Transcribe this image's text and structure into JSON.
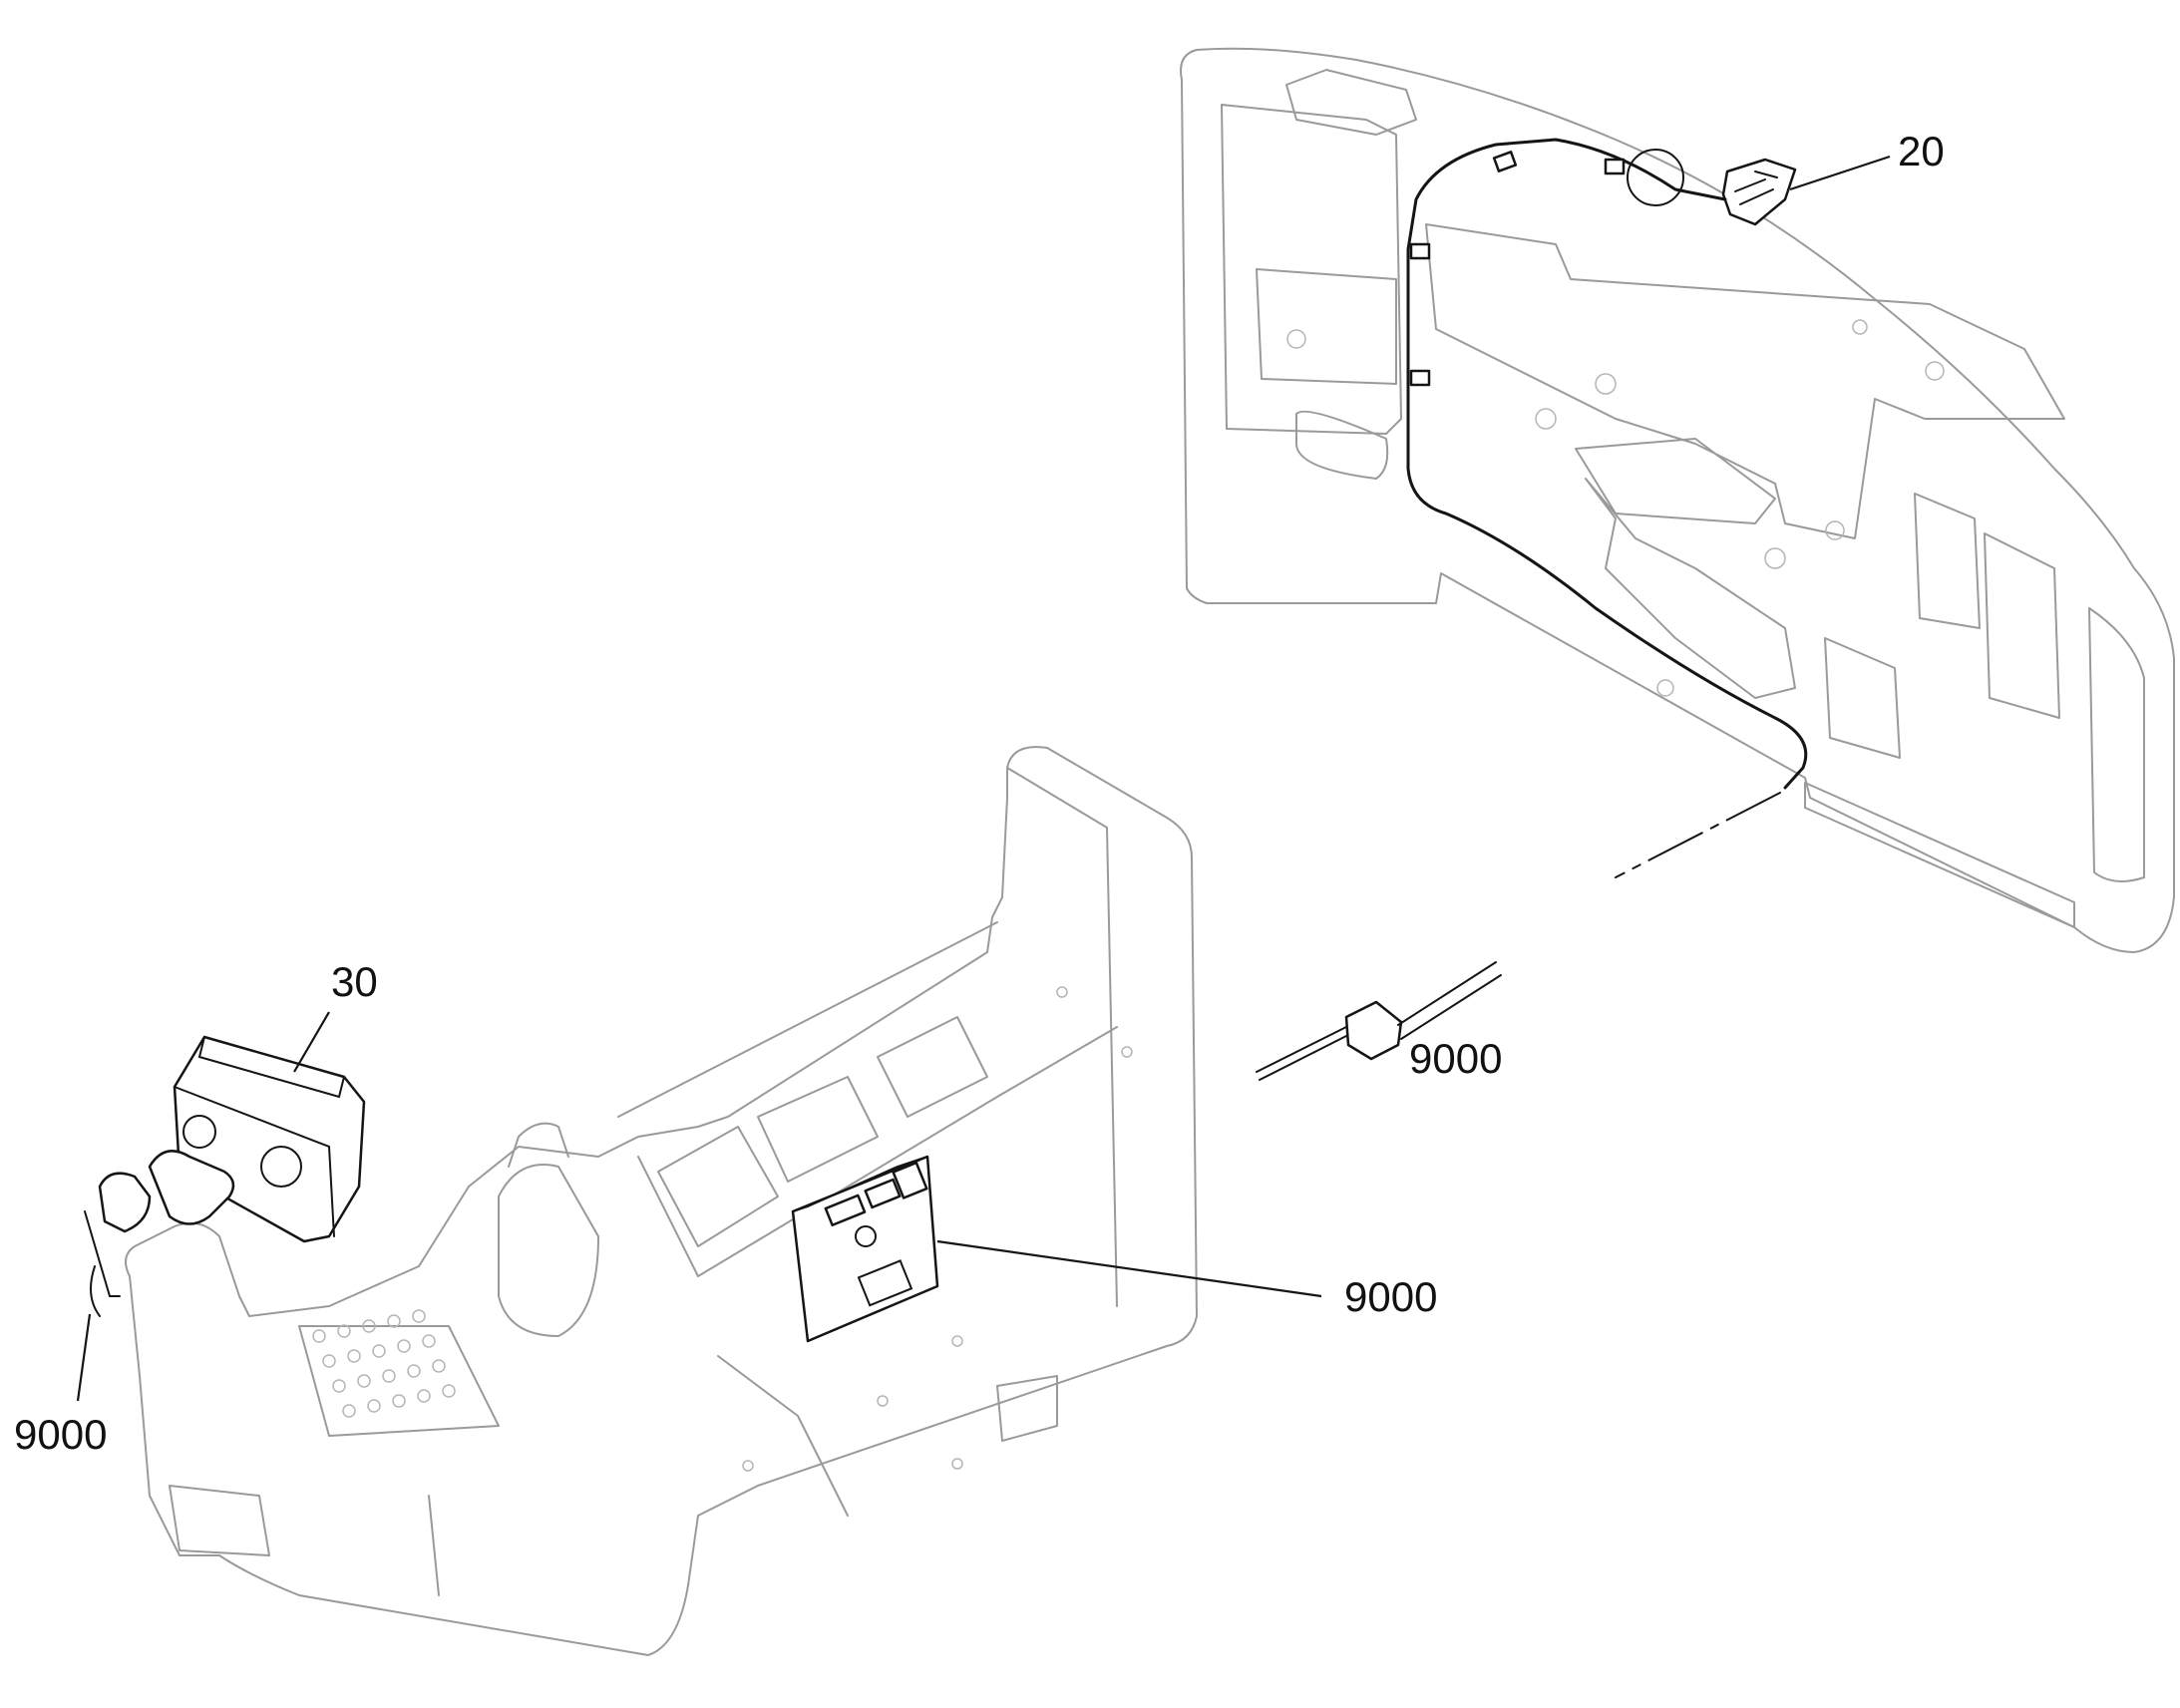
{
  "callouts": {
    "c20": "20",
    "c30": "30",
    "c9000_cable": "9000",
    "c9000_module": "9000",
    "c9000_mount": "9000"
  },
  "colors": {
    "ink": "#151515",
    "ghost": "#9a9a9a"
  }
}
